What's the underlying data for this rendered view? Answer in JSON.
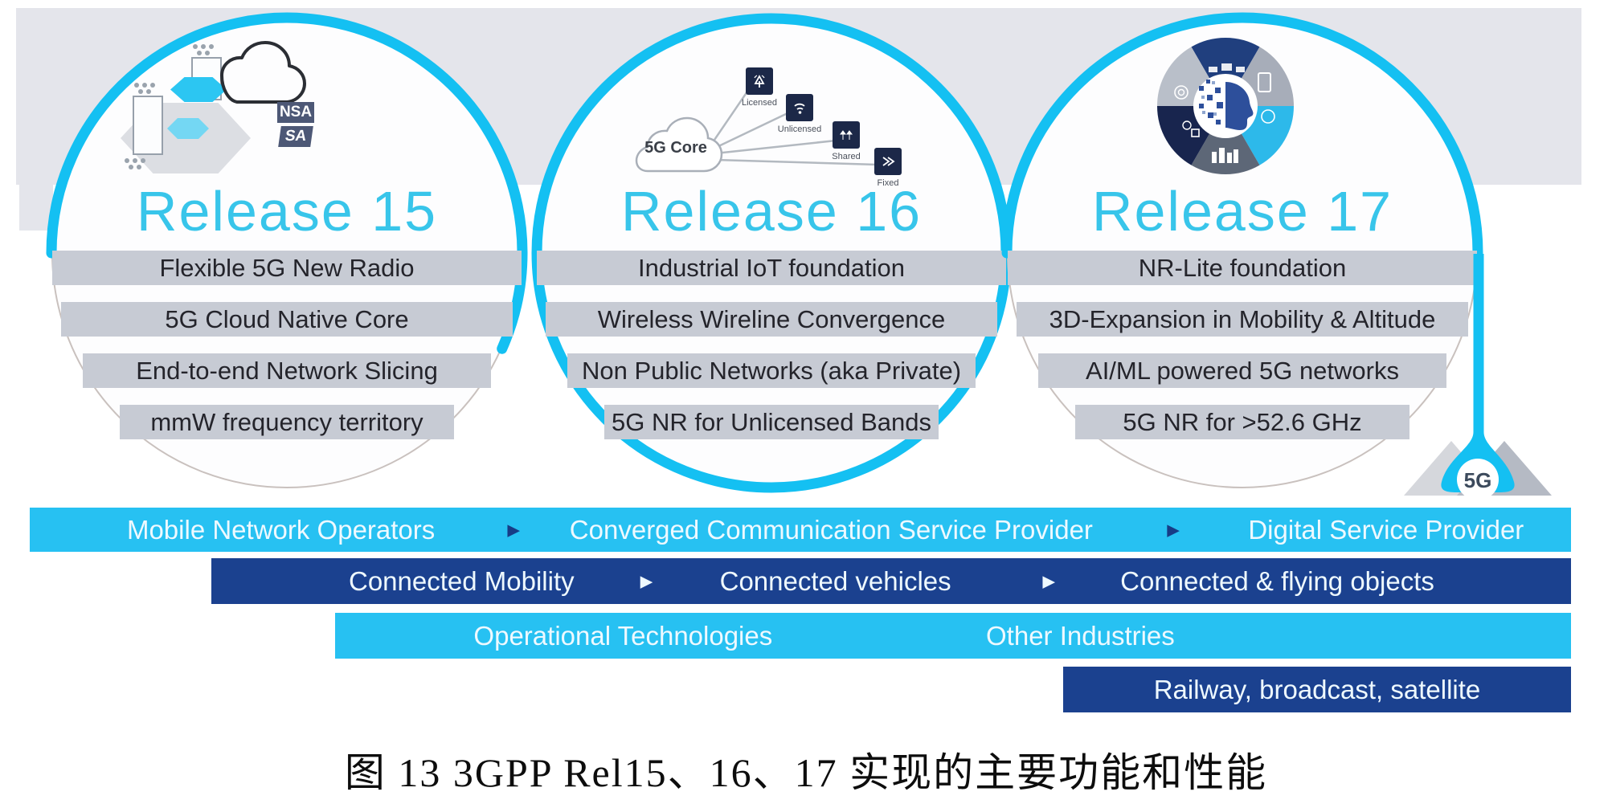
{
  "caption": "图 13 3GPP Rel15、16、17 实现的主要功能和性能",
  "releases": [
    {
      "title": "Release 15",
      "badges": [
        "NSA",
        "SA"
      ],
      "features": [
        "Flexible 5G New Radio",
        "5G Cloud Native Core",
        "End-to-end Network Slicing",
        "mmW frequency territory"
      ]
    },
    {
      "title": "Release 16",
      "core_label": "5G Core",
      "spectrum_nodes": [
        "Licensed",
        "Unlicensed",
        "Shared",
        "Fixed"
      ],
      "features": [
        "Industrial IoT foundation",
        "Wireless Wireline Convergence",
        "Non Public Networks (aka Private)",
        "5G NR for Unlicensed Bands"
      ]
    },
    {
      "title": "Release 17",
      "features": [
        "NR-Lite foundation",
        "3D-Expansion in Mobility & Altitude",
        "AI/ML powered 5G networks",
        "5G NR for >52.6 GHz"
      ]
    }
  ],
  "timeline": {
    "arrow": "►",
    "droplet_label": "5G",
    "bars": [
      {
        "items": [
          "Mobile Network Operators",
          "Converged Communication Service Provider",
          "Digital Service Provider"
        ]
      },
      {
        "items": [
          "Connected Mobility",
          "Connected vehicles",
          "Connected & flying objects"
        ]
      },
      {
        "items": [
          "Operational Technologies",
          "Other Industries"
        ]
      },
      {
        "items": [
          "Railway, broadcast, satellite"
        ]
      }
    ]
  },
  "colors": {
    "cyan": "#27c1f2",
    "navy": "#1b418f",
    "ring_cyan": "#14c0f2",
    "band_gray": "#e4e5eb",
    "row_gray": "#c7cbd4",
    "title_cyan": "#38c5ea"
  }
}
